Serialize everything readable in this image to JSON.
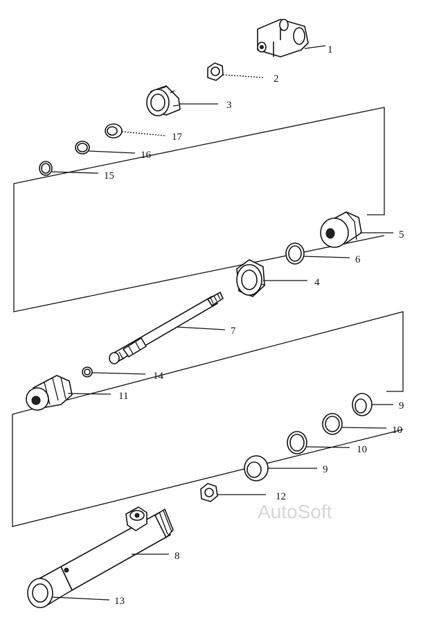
{
  "callouts": {
    "c1": "1",
    "c2": "2",
    "c3": "3",
    "c17": "17",
    "c16": "16",
    "c15": "15",
    "c5": "5",
    "c6": "6",
    "c4": "4",
    "c7": "7",
    "c14": "14",
    "c11": "11",
    "c9a": "9",
    "c10a": "10",
    "c10b": "10",
    "c9b": "9",
    "c12": "12",
    "c8": "8",
    "c13": "13"
  },
  "watermark": "AutoSoft"
}
